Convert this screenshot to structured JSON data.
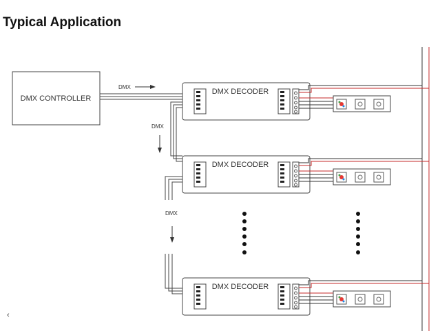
{
  "page": {
    "title": "Typical Application"
  },
  "diagram": {
    "controller_label": "DMX CONTROLLER",
    "dmx_label": "DMX",
    "decoder_label": "DMX DECODER",
    "colors": {
      "wire": "#333333",
      "power_wire": "#c62828",
      "box_border": "#444444",
      "dot": "#111111"
    }
  },
  "footer": {
    "glyph": "‹"
  }
}
